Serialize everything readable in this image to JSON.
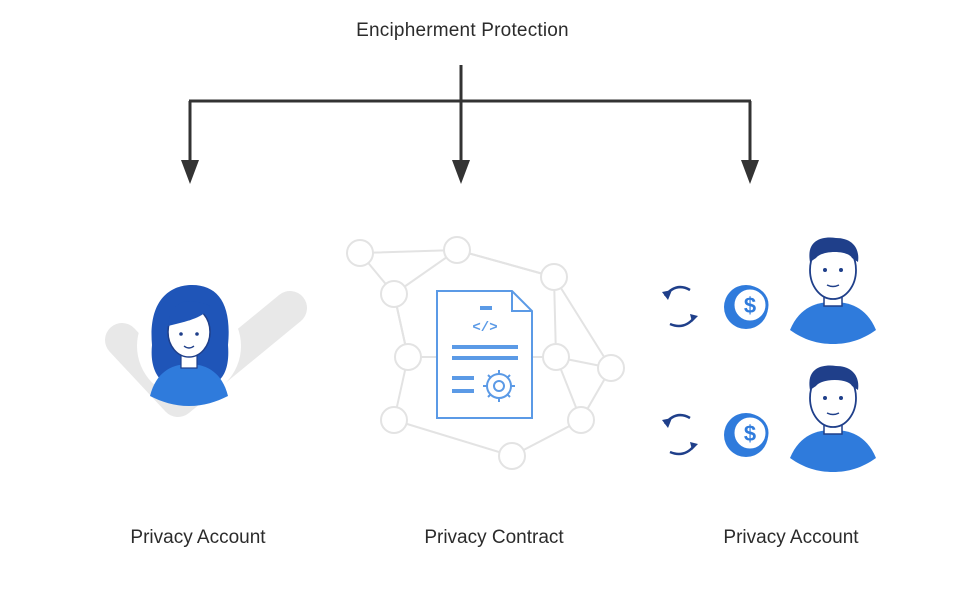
{
  "root": {
    "title": "Encipherment Protection"
  },
  "nodes": [
    {
      "id": "left",
      "label": "Privacy Account"
    },
    {
      "id": "middle",
      "label": "Privacy Contract"
    },
    {
      "id": "right",
      "label": "Privacy Account"
    }
  ],
  "icons": {
    "left": "woman-avatar-checkmark-icon",
    "middle": "code-document-gear-network-icon",
    "right": "man-avatar-coin-exchange-icon"
  },
  "colors": {
    "arrow": "#333333",
    "accent": "#2f7bdc",
    "dark_hair": "#1f3f8a",
    "light_gray": "#e6e6e6"
  }
}
